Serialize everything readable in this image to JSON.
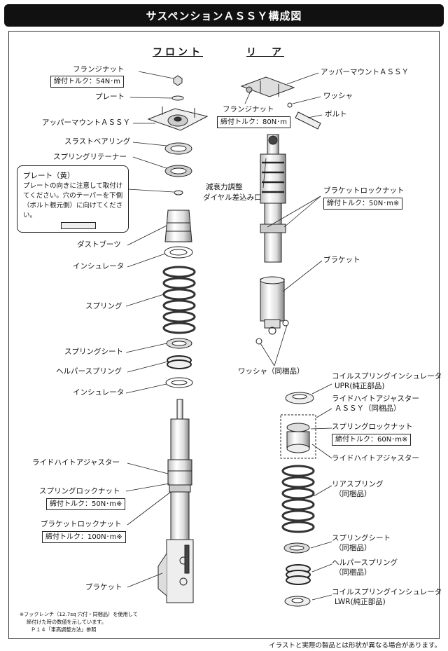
{
  "title": "サスペンションＡＳＳＹ構成図",
  "sections": {
    "front": "フロント",
    "rear": "リ　ア"
  },
  "front": {
    "flange_nut": "フランジナット",
    "flange_nut_torque": "締付トルク：54N･m",
    "plate": "プレート",
    "upper_mount": "アッパーマウントＡＳＳＹ",
    "thrust_bearing": "スラストベアリング",
    "spring_retainer": "スプリングリテーナー",
    "dust_boot": "ダストブーツ",
    "insulator_upper": "インシュレータ",
    "spring": "スプリング",
    "spring_seat": "スプリングシート",
    "helper_spring": "ヘルパースプリング",
    "insulator_lower": "インシュレータ",
    "ride_height_adjuster": "ライドハイトアジャスター",
    "spring_lock_nut": "スプリングロックナット",
    "spring_lock_nut_torque": "締付トルク：50N･m※",
    "bracket_lock_nut": "ブラケットロックナット",
    "bracket_lock_nut_torque": "締付トルク：100N･m※",
    "bracket": "ブラケット"
  },
  "note": {
    "title": "プレート（黄）",
    "body": "プレートの向きに注意して取付けてください。穴のテーパーを下側（ボルト根元側）に向けてください。"
  },
  "rear": {
    "upper_mount": "アッパーマウントＡＳＳＹ",
    "washer": "ワッシャ",
    "bolt": "ボルト",
    "flange_nut": "フランジナット",
    "flange_nut_torque": "締付トルク：80N･m",
    "damping_adjust_1": "減衰力調整",
    "damping_adjust_2": "ダイヤル差込み口",
    "bracket_lock_nut": "ブラケットロックナット",
    "bracket_lock_nut_torque": "締付トルク：50N･m※",
    "bracket": "ブラケット",
    "washer_included": "ワッシャ（同梱品）",
    "coil_insulator_upr_1": "コイルスプリングインシュレータ",
    "coil_insulator_upr_2": "UPR(純正部品)",
    "ride_height_assy_1": "ライドハイトアジャスター",
    "ride_height_assy_2": "ＡＳＳＹ（同梱品）",
    "spring_lock_nut": "スプリングロックナット",
    "spring_lock_nut_torque": "締付トルク：60N･m※",
    "ride_height_adjuster": "ライドハイトアジャスター",
    "rear_spring_1": "リアスプリング",
    "rear_spring_2": "（同梱品）",
    "spring_seat_1": "スプリングシート",
    "spring_seat_2": "（同梱品）",
    "helper_spring_1": "ヘルパースプリング",
    "helper_spring_2": "（同梱品）",
    "coil_insulator_lwr_1": "コイルスプリングインシュレータ",
    "coil_insulator_lwr_2": "LWR(純正部品)"
  },
  "footnote": {
    "line1": "※フックレンチ（12.7sq 穴付・同梱品）を使用して",
    "line2": "締付けた時の数値を示しています。",
    "line3": "Ｐ１４「車高調整方法」参照"
  },
  "disclaimer": "イラストと実際の製品とは形状が異なる場合があります。"
}
